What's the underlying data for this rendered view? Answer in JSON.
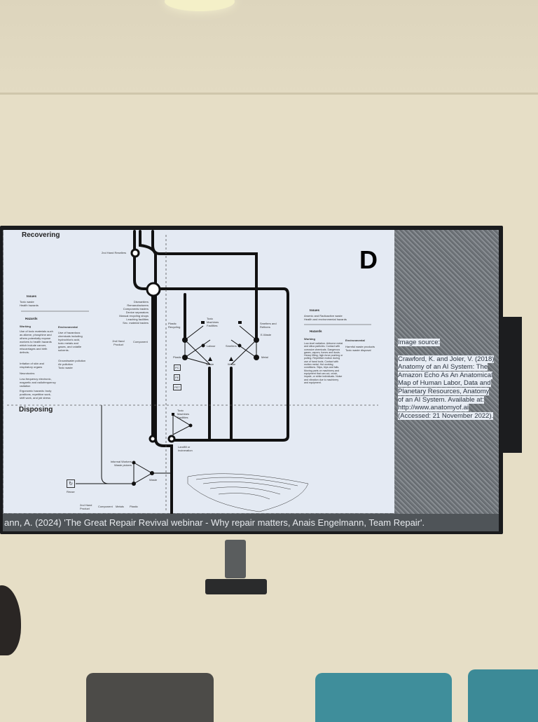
{
  "slide": {
    "section_recovering": "Recovering",
    "section_disposing": "Disposing",
    "panel_letter": "D",
    "left_issues": {
      "title": "Issues",
      "items": "Toxic waste\nHealth hazards"
    },
    "left_hazards": {
      "title": "Hazards",
      "working_label": "Working",
      "working_text": "Use of toxic materials such as alkene, phosphine and others potentially expose workers to health hazards which include cancer, miscarriages and birth defects.",
      "working_text2": "Irritation of skin and respiratory organs",
      "neurotoxins": "Neurotoxins",
      "radiation": "Low-frequency electronic, magnetic and radiofrequency radiation",
      "ergonomic": "Ergonomic hazards: body positions, repetitive work, shift work, and job stress",
      "env_label": "Environmental",
      "env_text": "Use of hazardous chemicals including hydrochloric acid, toxic metals and gases, and volatile solvents.",
      "env_text2": "Groundwater pollution\nAir pollution\nToxic waste"
    },
    "right_issues": {
      "title": "Issues",
      "items": "Arsenic and Radioactive waste\nHealth and environmental hazards"
    },
    "right_hazards": {
      "title": "Hazards",
      "working_label": "Working",
      "working_text": "Low-level radiation. Airborne metal and silica particles. Contact with corrosive chemicals. Dangerous gases, vapors, fumes and dusts. Heavy lifting, high-force pushing or pulling. Repetitive motion during use of hand tools. Contact with molten metal. Hot working conditions. Slips, trips and falls. Moving parts on machinery and equipment that can cut, crush, impale, or strike individuals. Noise and vibration due to machinery and equipment.",
      "env_label": "Environmental",
      "env_text": "Harmful waste products\nToxic waste disposal"
    },
    "labels": {
      "second_hand_resellers": "2nd Hand Resellers",
      "recyclers": "Dismantlers\nRemanufacturers\nComponents traders\nDevice separators\nManual recycling shops\nLeaching facilities\nSec. material traders",
      "second_hand_product": "2nd Hand Product",
      "component": "Component",
      "plastic_recycling": "Plastic Recycling",
      "toxic_facilities": "Toxic Machines Facilities",
      "smelters_refiners": "Smelters and Refiners",
      "e_waste": "E-Waste",
      "labour": "Labour",
      "smelters": "Smelters",
      "plastic": "Plastic",
      "metal": "Metal",
      "waste": "Waste",
      "pc": "PC",
      "pe": "PE",
      "pet": "PET",
      "landfill": "Landfill or Incineration",
      "informal_workers": "Informal Workers\nWaste pickers",
      "reuse": "Reuse",
      "metals": "Metals"
    }
  },
  "image_source": {
    "title": "Image source:",
    "citation": "Crawford, K. and Joler, V. (2018) Anatomy of an AI System: The Amazon Echo As An Anatomical Map of Human Labor, Data and Planetary Resources, Anatomy of an AI System. Available at: http://www.anatomyof.ai (Accessed: 21 November 2022)."
  },
  "caption": "ann, A. (2024) 'The Great Repair Revival webinar - Why repair matters, Anais Engelmann, Team Repair'."
}
